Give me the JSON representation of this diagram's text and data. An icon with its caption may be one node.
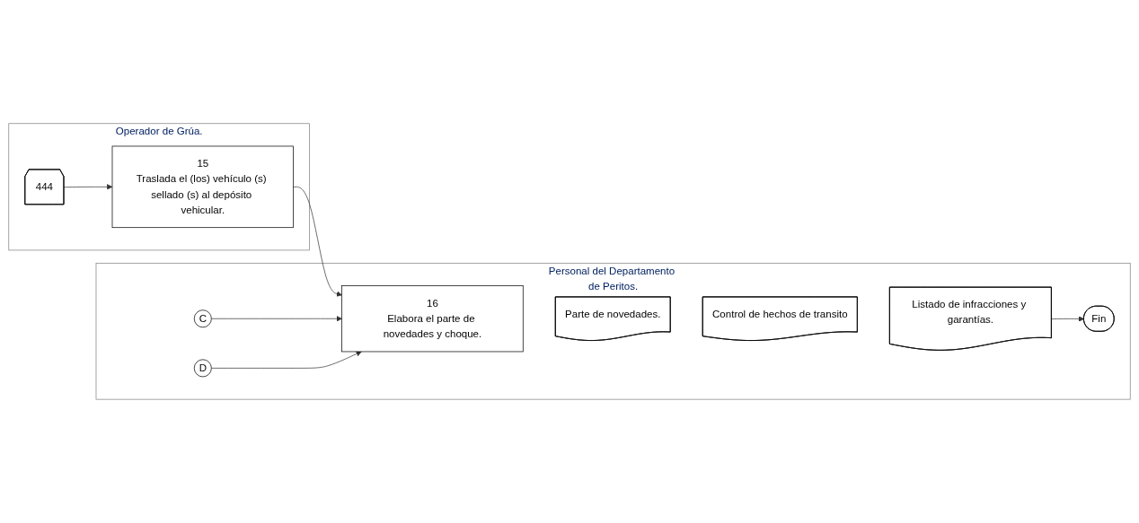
{
  "diagram": {
    "nodes": [
      {
        "text": [
          "Operador de Grúa."
        ]
      },
      {
        "text": [
          "Personal del Departamento de Peritos."
        ]
      },
      {
        "text": [
          "444"
        ],
        "in": 0
      },
      {
        "text": [
          "15",
          "Traslada el (los) vehículo (s) sellado (s) al depósito vehicular."
        ],
        "in": 0
      },
      {
        "text": [
          "C"
        ],
        "in": 1
      },
      {
        "text": [
          "16",
          "Elabora el parte de novedades y choque."
        ],
        "in": 1
      },
      {
        "text": [
          "D"
        ],
        "in": 1
      },
      {
        "text": [
          "Parte de novedades."
        ],
        "in": 1
      },
      {
        "text": [
          "Control de hechos de transito"
        ],
        "in": 1
      },
      {
        "text": [
          "Listado de infracciones y garantías."
        ],
        "in": 1
      },
      {
        "text": [
          "Fin"
        ],
        "in": 1
      }
    ],
    "edges": [
      {
        "from": 2,
        "to": 3,
        "arrow": "to"
      },
      {
        "from": 3,
        "to": 5,
        "arrow": "to"
      },
      {
        "from": 4,
        "to": 5,
        "arrow": "to"
      },
      {
        "from": 6,
        "to": 5,
        "arrow": "to"
      },
      {
        "from": 9,
        "to": 10,
        "arrow": "to"
      }
    ]
  }
}
